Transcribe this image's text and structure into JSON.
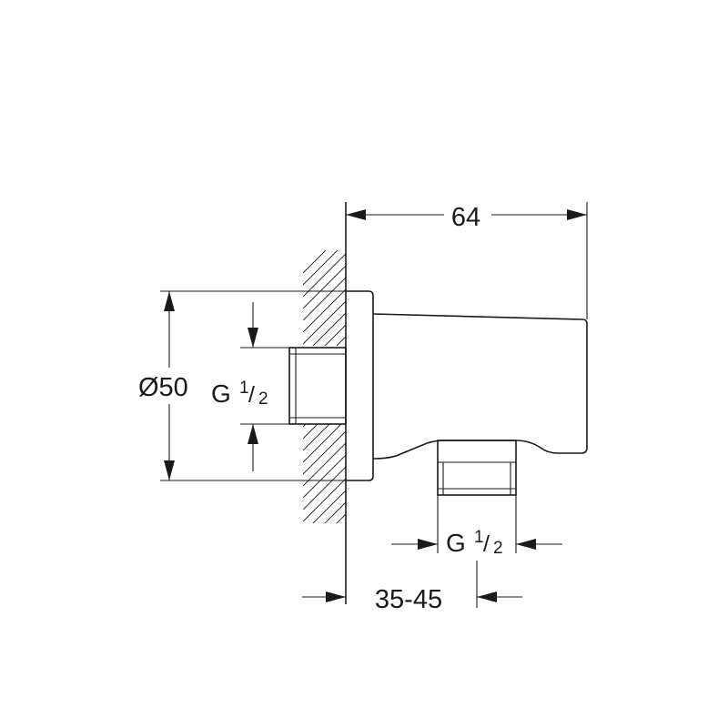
{
  "dimensions": {
    "overall_depth": "64",
    "wall_flange_diameter": "Ø50",
    "wall_thread": {
      "prefix": "G",
      "fraction_num": "1",
      "fraction_sep": "/",
      "fraction_den": "2"
    },
    "outlet_thread": {
      "prefix": "G",
      "fraction_num": "1",
      "fraction_sep": "/",
      "fraction_den": "2"
    },
    "outlet_offset": "35-45"
  },
  "colors": {
    "line": "#1a1a1a",
    "background": "#ffffff"
  }
}
